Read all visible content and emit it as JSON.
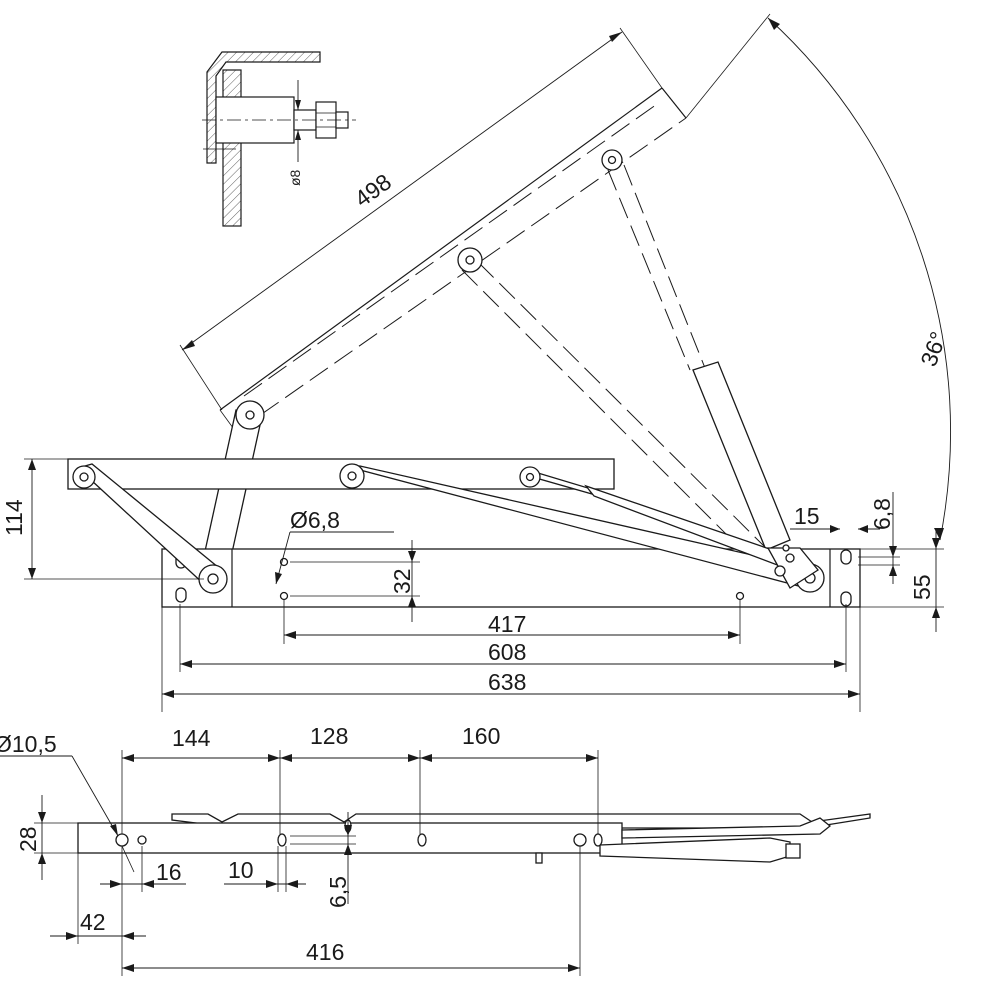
{
  "labels": {
    "arm_length": "498",
    "opening_angle": "36°",
    "pin_dia": "ø8",
    "height_114": "114",
    "hole_dia_top": "Ø6,8",
    "dim_32": "32",
    "dim_417": "417",
    "dim_608": "608",
    "dim_638": "638",
    "dim_15": "15",
    "dim_6_8": "6,8",
    "dim_55": "55",
    "hole_dia_bottom": "Ø10,5",
    "dim_144": "144",
    "dim_128": "128",
    "dim_160": "160",
    "dim_28": "28",
    "dim_16": "16",
    "dim_10": "10",
    "dim_6_5": "6,5",
    "dim_42": "42",
    "dim_416": "416"
  }
}
